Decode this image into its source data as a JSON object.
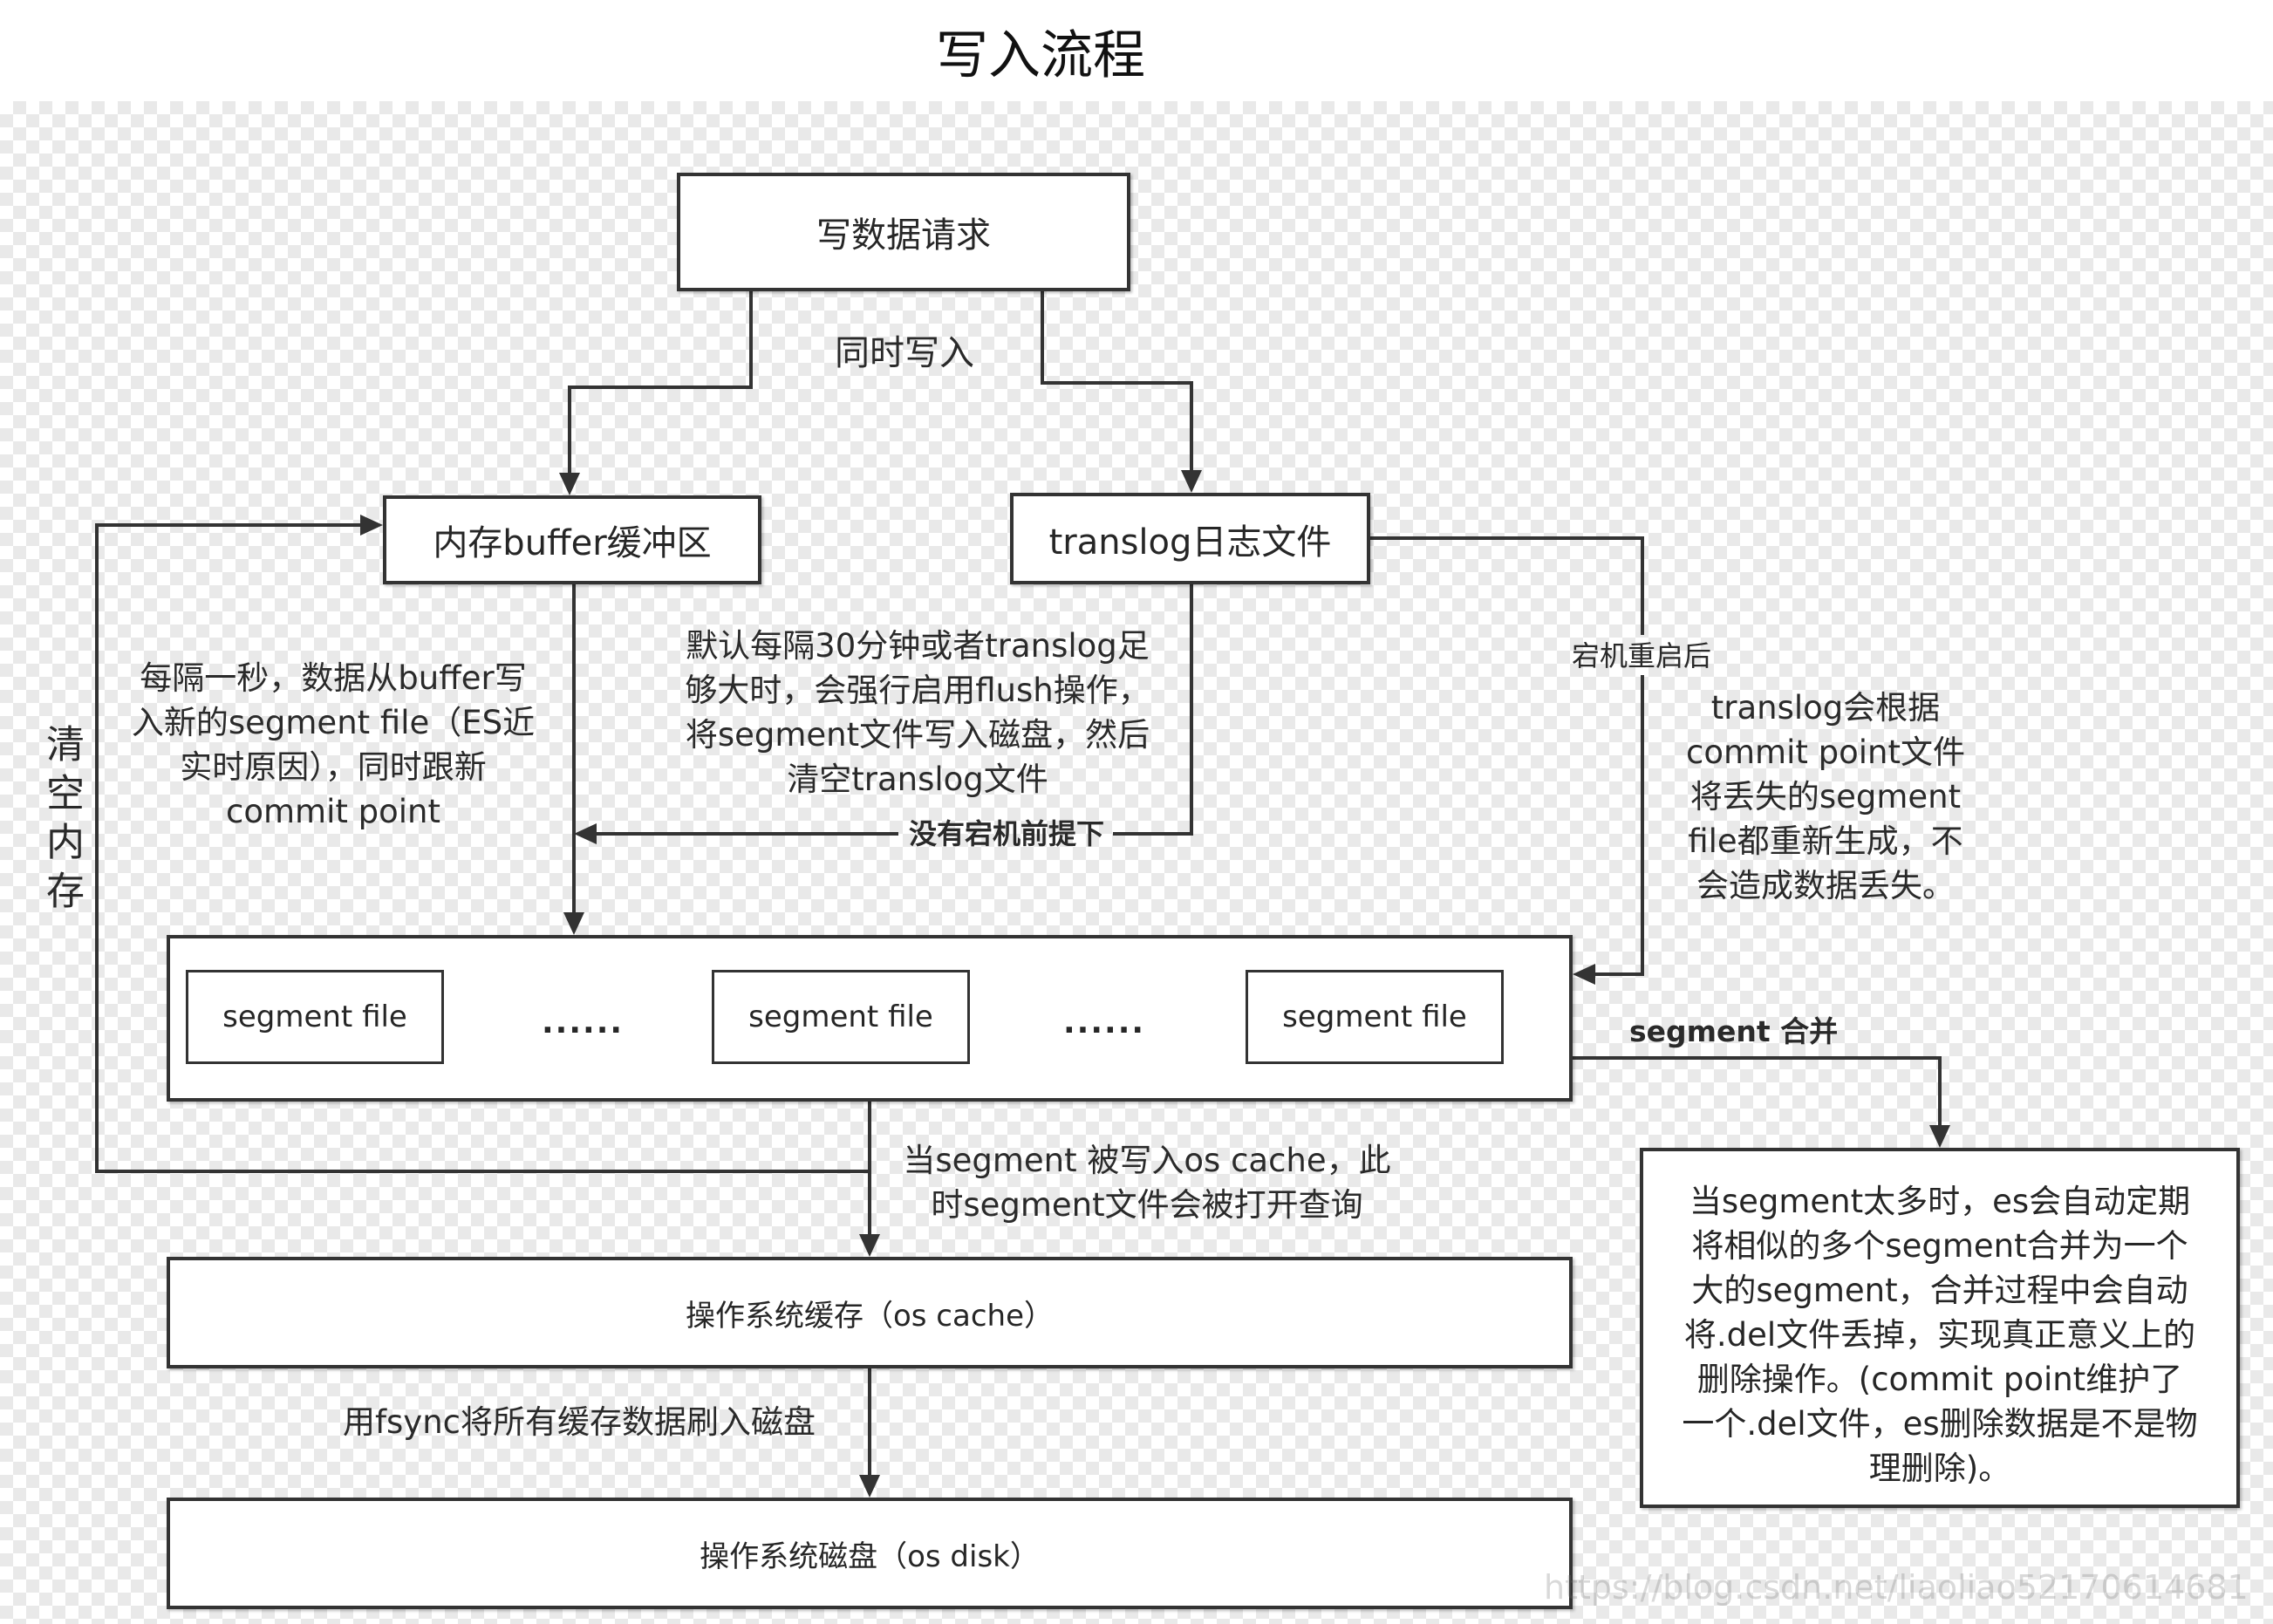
{
  "title": "写入流程",
  "boxes": {
    "write_request": "写数据请求",
    "memory_buffer": "内存buffer缓冲区",
    "translog": "translog日志文件",
    "segment_files": [
      "segment file",
      "segment file",
      "segment file"
    ],
    "ellipsis": [
      "......",
      "......"
    ],
    "os_cache": "操作系统缓存（os cache）",
    "os_disk": "操作系统磁盘（os disk）"
  },
  "labels": {
    "simultaneous_write": "同时写入",
    "refresh_note": [
      "每隔一秒，数据从buffer写",
      "入新的segment file（ES近",
      "实时原因），同时跟新",
      "commit point"
    ],
    "flush_note": [
      "默认每隔30分钟或者translog足",
      "够大时，会强行启用flush操作，",
      "将segment文件写入磁盘，然后",
      "清空translog文件"
    ],
    "flush_condition": "没有宕机前提下",
    "crash_restart": "宕机重启后",
    "recovery_note": [
      "translog会根据",
      "commit point文件",
      "将丢失的segment",
      "file都重新生成，不",
      "会造成数据丢失。"
    ],
    "clear_memory": "清空内存",
    "segment_merge": "segment 合并",
    "os_cache_note": [
      "当segment 被写入os cache，此",
      "时segment文件会被打开查询"
    ],
    "fsync_note": "用fsync将所有缓存数据刷入磁盘",
    "merge_note": [
      "当segment太多时，es会自动定期",
      "将相似的多个segment合并为一个",
      "大的segment，合并过程中会自动",
      "将.del文件丢掉，实现真正意义上的",
      "删除操作。(commit point维护了",
      "一个.del文件，es删除数据是不是物",
      "理删除)。"
    ]
  },
  "watermark": "https://blog.csdn.net/liaoliao52170614681",
  "colors": {
    "line": "#333333",
    "box_fill": "#ffffff",
    "checker": "#e9e9e9"
  }
}
